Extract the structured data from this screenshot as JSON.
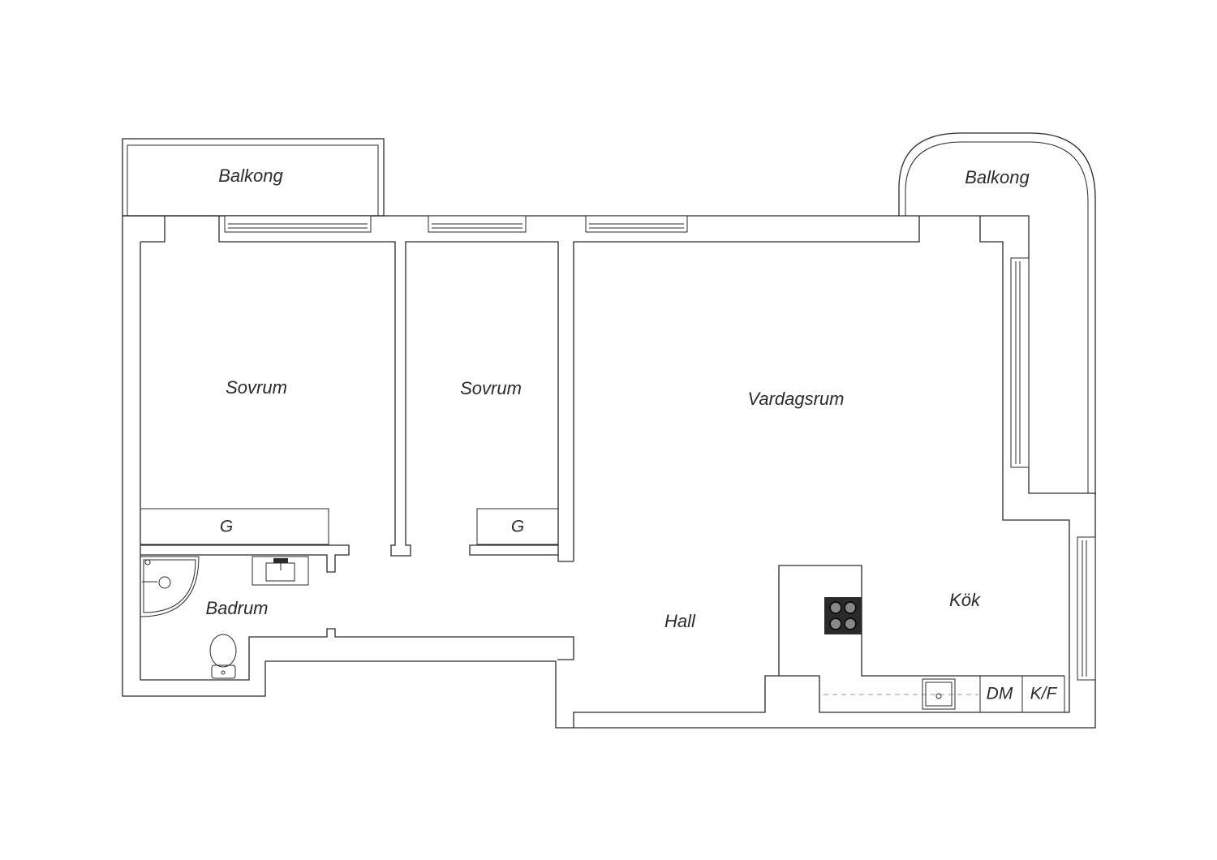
{
  "rooms": {
    "balkong_left": "Balkong",
    "balkong_right": "Balkong",
    "sovrum_left": "Sovrum",
    "sovrum_mid": "Sovrum",
    "vardagsrum": "Vardagsrum",
    "badrum": "Badrum",
    "hall": "Hall",
    "kok": "Kök"
  },
  "fixtures": {
    "closet_left": "G",
    "closet_mid": "G",
    "dishwasher": "DM",
    "fridge_freezer": "K/F"
  }
}
